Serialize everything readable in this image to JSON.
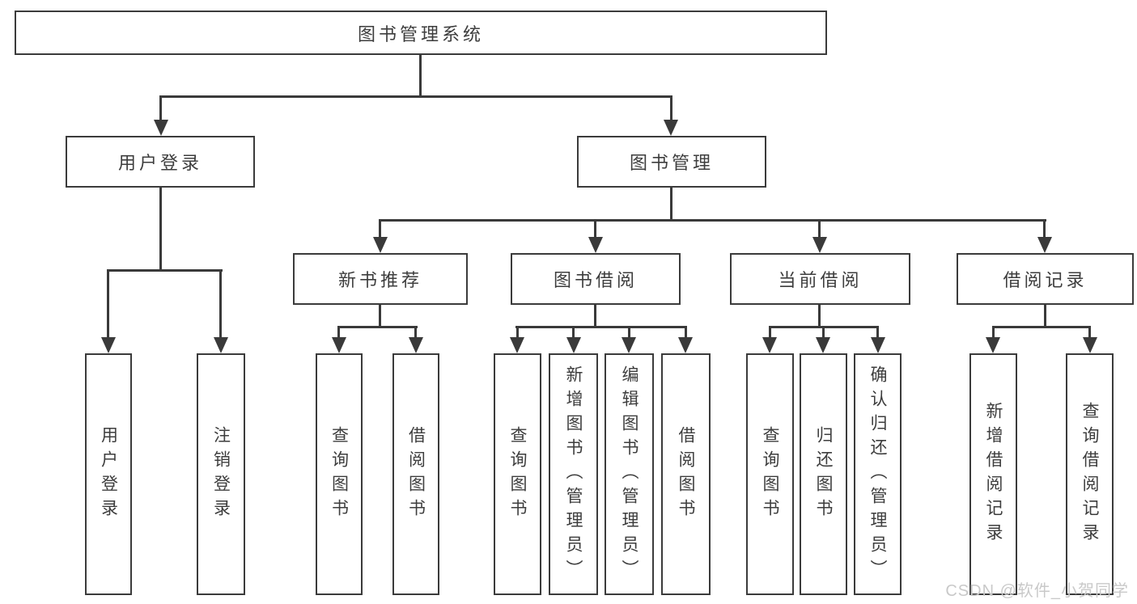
{
  "diagram": {
    "type": "tree",
    "root": {
      "label": "图书管理系统"
    },
    "branches": [
      {
        "label": "用户登录",
        "children": [
          {
            "label": "用户登录"
          },
          {
            "label": "注销登录"
          }
        ]
      },
      {
        "label": "图书管理",
        "children": [
          {
            "label": "新书推荐",
            "children": [
              {
                "label": "查询图书"
              },
              {
                "label": "借阅图书"
              }
            ]
          },
          {
            "label": "图书借阅",
            "children": [
              {
                "label": "查询图书"
              },
              {
                "label": "新增图书（管理员）"
              },
              {
                "label": "编辑图书（管理员）"
              },
              {
                "label": "借阅图书"
              }
            ]
          },
          {
            "label": "当前借阅",
            "children": [
              {
                "label": "查询图书"
              },
              {
                "label": "归还图书"
              },
              {
                "label": "确认归还（管理员）"
              }
            ]
          },
          {
            "label": "借阅记录",
            "children": [
              {
                "label": "新增借阅记录"
              },
              {
                "label": "查询借阅记录"
              }
            ]
          }
        ]
      }
    ],
    "watermark": "CSDN @软件_小贺同学",
    "colors": {
      "line": "#3a3a3a",
      "box_border": "#3b3b3b",
      "text": "#3d3d3d",
      "background": "#ffffff",
      "watermark": "#c9c9c9"
    }
  }
}
